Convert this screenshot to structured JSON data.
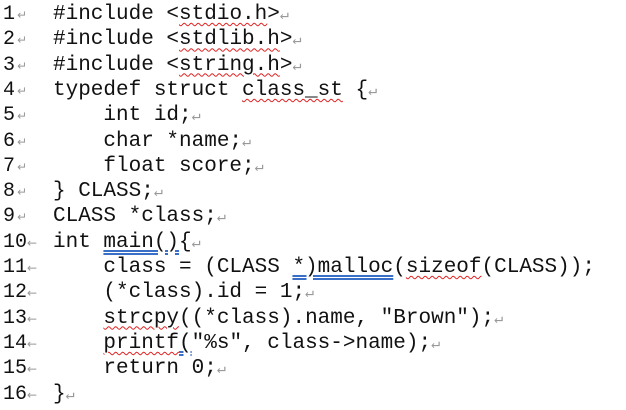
{
  "return_mark": "↵",
  "line_mark": "←",
  "lines": [
    {
      "n": "1",
      "segs": [
        [
          "#include <",
          ""
        ],
        [
          "stdio.h",
          "sp"
        ],
        [
          ">",
          ""
        ]
      ]
    },
    {
      "n": "2",
      "segs": [
        [
          "#include <",
          ""
        ],
        [
          "stdlib.h",
          "sp"
        ],
        [
          ">",
          ""
        ]
      ]
    },
    {
      "n": "3",
      "segs": [
        [
          "#include <",
          ""
        ],
        [
          "string.h",
          "sp"
        ],
        [
          ">",
          ""
        ]
      ]
    },
    {
      "n": "4",
      "segs": [
        [
          "typedef struct ",
          ""
        ],
        [
          "class_st",
          "sp"
        ],
        [
          " {",
          ""
        ]
      ]
    },
    {
      "n": "5",
      "segs": [
        [
          "    int id;",
          ""
        ]
      ]
    },
    {
      "n": "6",
      "segs": [
        [
          "    char *name;",
          ""
        ]
      ]
    },
    {
      "n": "7",
      "segs": [
        [
          "    float score;",
          ""
        ]
      ]
    },
    {
      "n": "8",
      "segs": [
        [
          "} CLASS;",
          ""
        ]
      ]
    },
    {
      "n": "9",
      "segs": [
        [
          "CLASS *class;",
          ""
        ]
      ]
    },
    {
      "n": "10",
      "segs": [
        [
          "int ",
          ""
        ],
        [
          "main()",
          "gr"
        ],
        [
          "{",
          ""
        ]
      ]
    },
    {
      "n": "11",
      "segs": [
        [
          "    class = (CLASS ",
          ""
        ],
        [
          "*)malloc",
          "gr"
        ],
        [
          "(",
          ""
        ],
        [
          "sizeof",
          "sp"
        ],
        [
          "(CLASS));",
          ""
        ]
      ],
      "noret": true
    },
    {
      "n": "12",
      "segs": [
        [
          "    (*class).id = 1;",
          ""
        ]
      ]
    },
    {
      "n": "13",
      "segs": [
        [
          "    ",
          ""
        ],
        [
          "strcpy",
          "sp"
        ],
        [
          "((*class).name, \"Brown\");",
          ""
        ]
      ]
    },
    {
      "n": "14",
      "segs": [
        [
          "    ",
          ""
        ],
        [
          "printf",
          "sp"
        ],
        [
          "(",
          "gr"
        ],
        [
          "\"%s\", class->name);",
          ""
        ]
      ]
    },
    {
      "n": "15",
      "segs": [
        [
          "    return 0;",
          ""
        ]
      ]
    },
    {
      "n": "16",
      "segs": [
        [
          "}",
          ""
        ]
      ]
    }
  ]
}
